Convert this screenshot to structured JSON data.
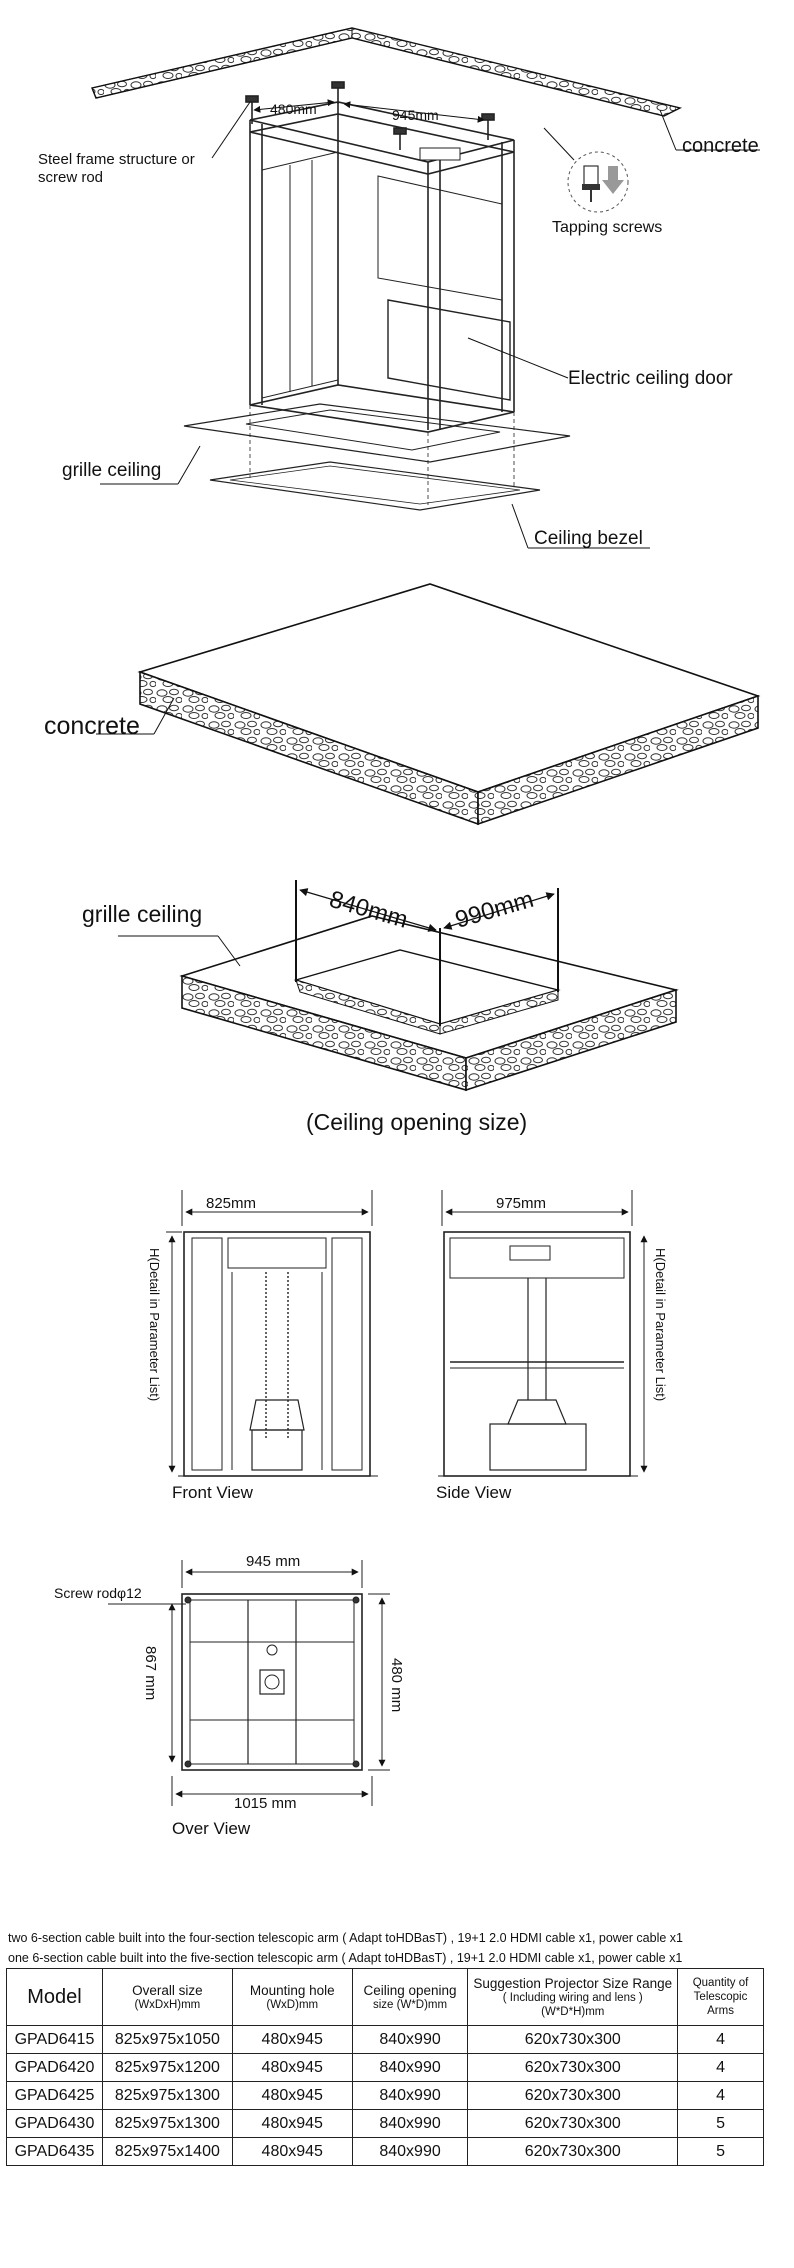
{
  "exploded_view": {
    "labels": {
      "width_top": "480mm",
      "depth_top": "945mm",
      "steel_frame_1": "Steel frame structure or",
      "steel_frame_2": "screw rod",
      "concrete": "concrete",
      "tapping_screws": "Tapping screws",
      "electric_door": "Electric ceiling door",
      "grille_ceiling": "grille ceiling",
      "ceiling_bezel": "Ceiling bezel"
    }
  },
  "concrete_slab": {
    "label": "concrete"
  },
  "opening": {
    "grille_label": "grille ceiling",
    "width": "840mm",
    "depth": "990mm",
    "caption": "(Ceiling opening size)"
  },
  "front_view": {
    "width": "825mm",
    "height": "H(Detail in Parameter List)",
    "caption": "Front View"
  },
  "side_view": {
    "width": "975mm",
    "height": "H(Detail in Parameter List)",
    "caption": "Side View"
  },
  "over_view": {
    "top": "945 mm",
    "screw_rod": "Screw rodφ12",
    "left": "867 mm",
    "right": "480 mm",
    "bottom": "1015 mm",
    "caption": "Over View"
  },
  "notes": [
    "two 6-section cable built into the four-section telescopic arm ( Adapt toHDBasT) , 19+1 2.0 HDMI cable x1, power cable x1",
    "one 6-section cable built into the five-section telescopic arm ( Adapt toHDBasT) , 19+1 2.0 HDMI cable x1, power cable x1"
  ],
  "table": {
    "headers": [
      {
        "main": "Model",
        "sub": ""
      },
      {
        "main": "Overall size",
        "sub": "(WxDxH)mm"
      },
      {
        "main": "Mounting hole",
        "sub": "(WxD)mm"
      },
      {
        "main": "Ceiling opening",
        "sub": "size (W*D)mm"
      },
      {
        "main": "Suggestion Projector Size Range",
        "sub": "( Including wiring and lens )",
        "sub2": "(W*D*H)mm"
      },
      {
        "main": "Quantity of",
        "sub": "Telescopic",
        "sub2": "Arms"
      }
    ],
    "rows": [
      [
        "GPAD6415",
        "825x975x1050",
        "480x945",
        "840x990",
        "620x730x300",
        "4"
      ],
      [
        "GPAD6420",
        "825x975x1200",
        "480x945",
        "840x990",
        "620x730x300",
        "4"
      ],
      [
        "GPAD6425",
        "825x975x1300",
        "480x945",
        "840x990",
        "620x730x300",
        "4"
      ],
      [
        "GPAD6430",
        "825x975x1300",
        "480x945",
        "840x990",
        "620x730x300",
        "5"
      ],
      [
        "GPAD6435",
        "825x975x1400",
        "480x945",
        "840x990",
        "620x730x300",
        "5"
      ]
    ]
  }
}
